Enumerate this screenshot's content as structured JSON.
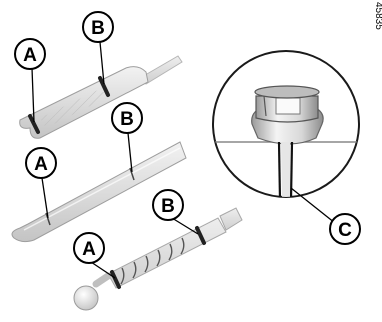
{
  "figure_ref": "45835",
  "labels": {
    "top_dipstick_a": "A",
    "top_dipstick_b": "B",
    "middle_dipstick_a": "A",
    "middle_dipstick_b": "B",
    "bottom_dipstick_a": "A",
    "bottom_dipstick_b": "B",
    "detail_c": "C"
  }
}
